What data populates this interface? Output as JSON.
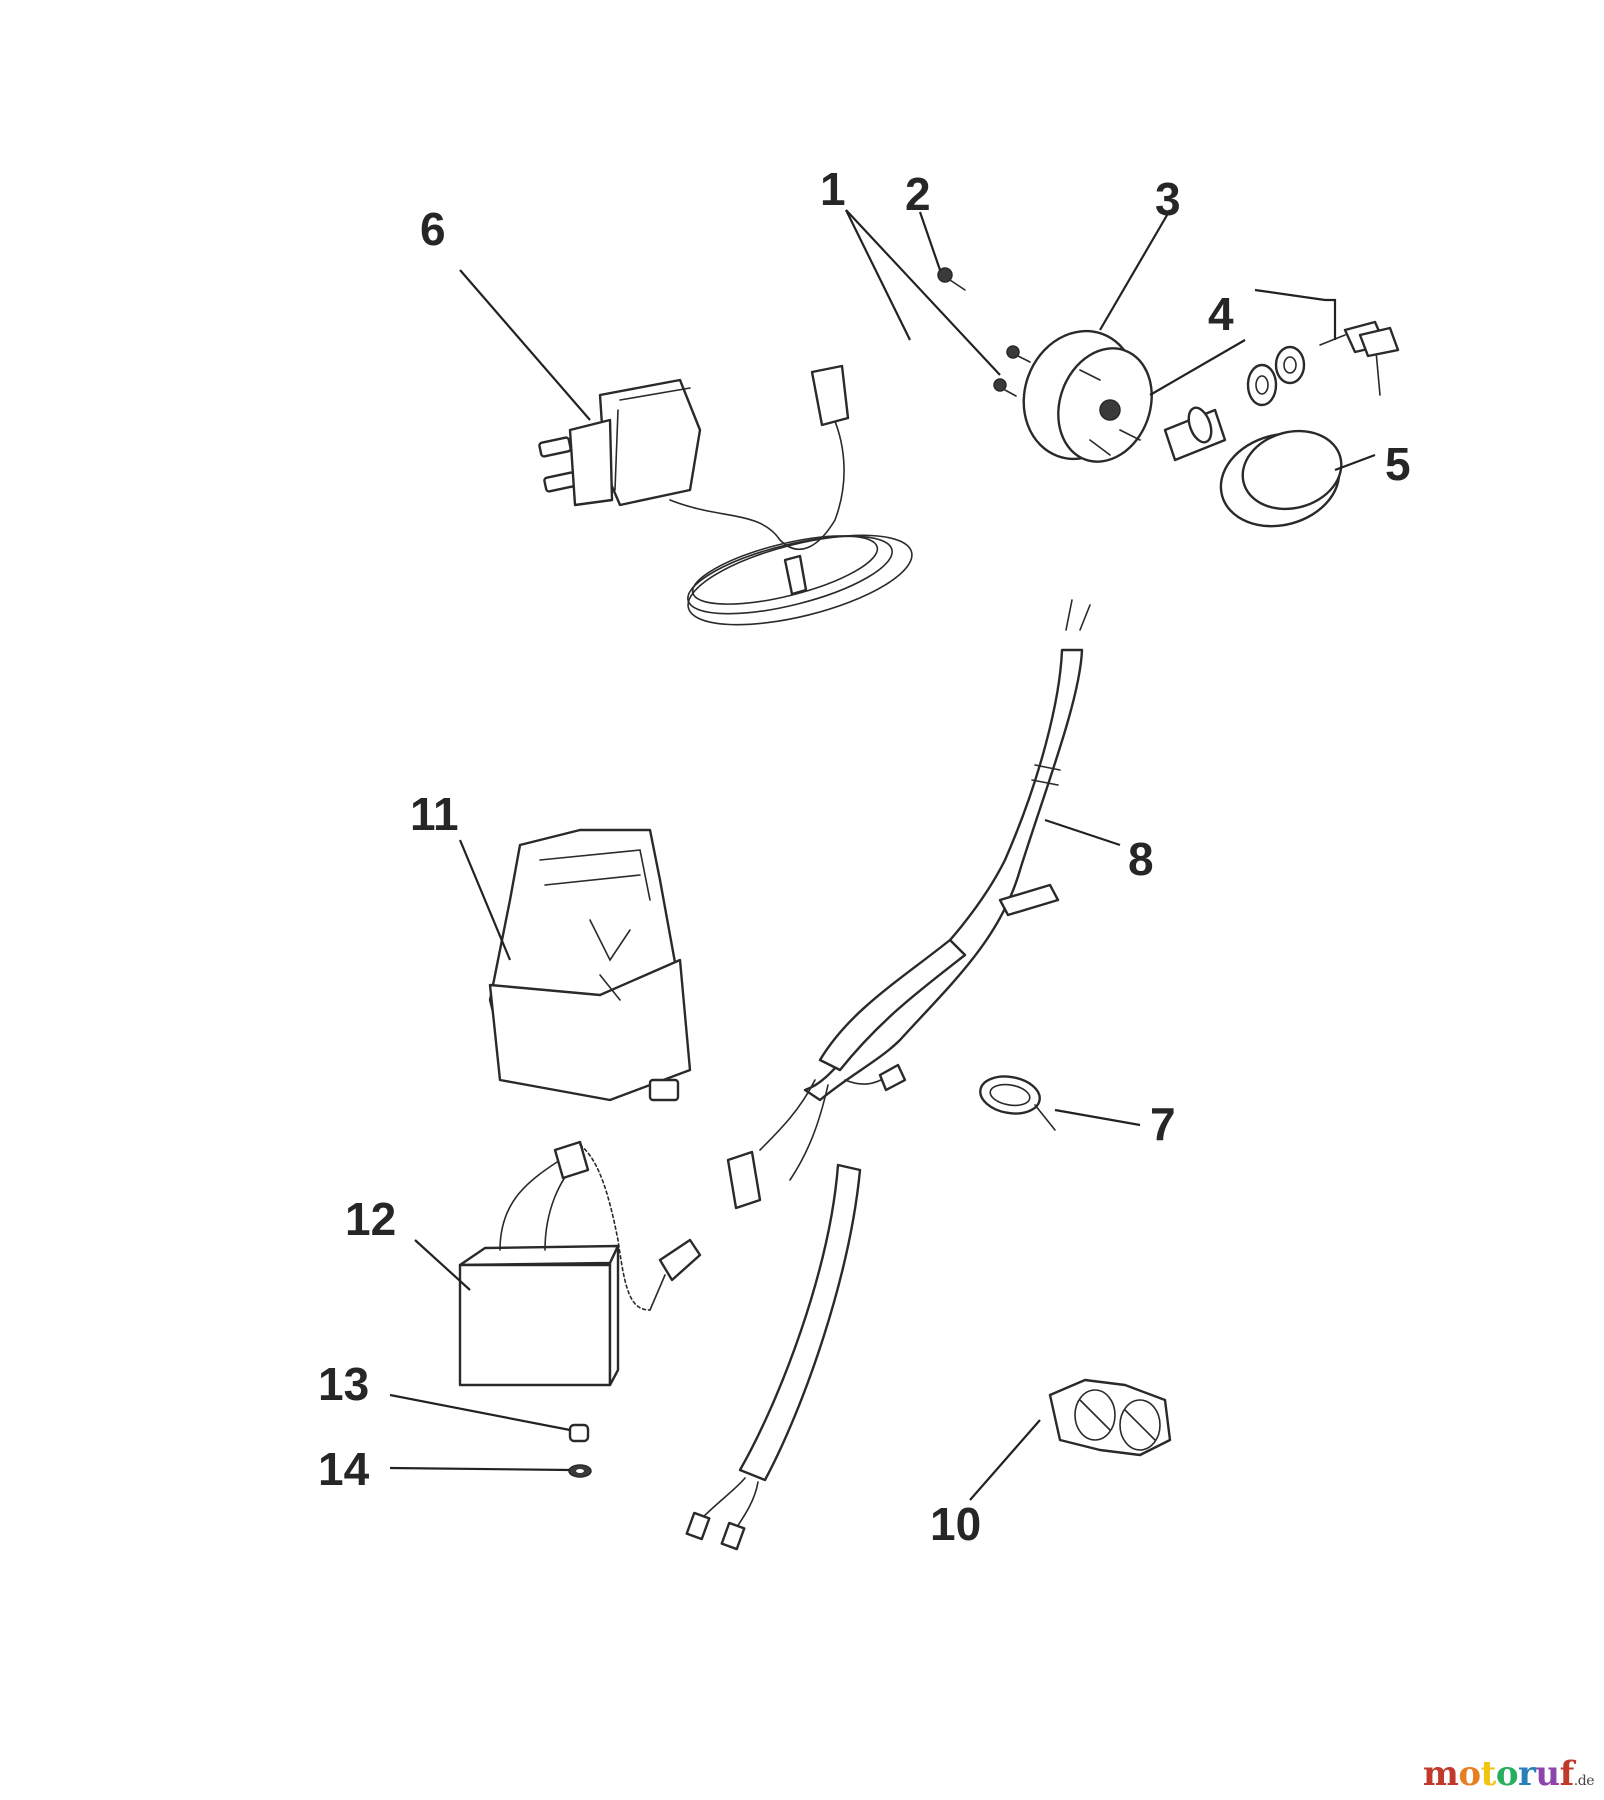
{
  "labels": {
    "p1": "1",
    "p2": "2",
    "p3": "3",
    "p4": "4",
    "p5": "5",
    "p6": "6",
    "p7": "7",
    "p8": "8",
    "p10": "10",
    "p11": "11",
    "p12": "12",
    "p13": "13",
    "p14": "14"
  },
  "watermark": {
    "letters": [
      "m",
      "o",
      "t",
      "o",
      "r",
      "u",
      "f"
    ],
    "colors": [
      "#c0392b",
      "#e67e22",
      "#f1c40f",
      "#27ae60",
      "#2980b9",
      "#8e44ad",
      "#c0392b"
    ],
    "suffix": ".de"
  }
}
